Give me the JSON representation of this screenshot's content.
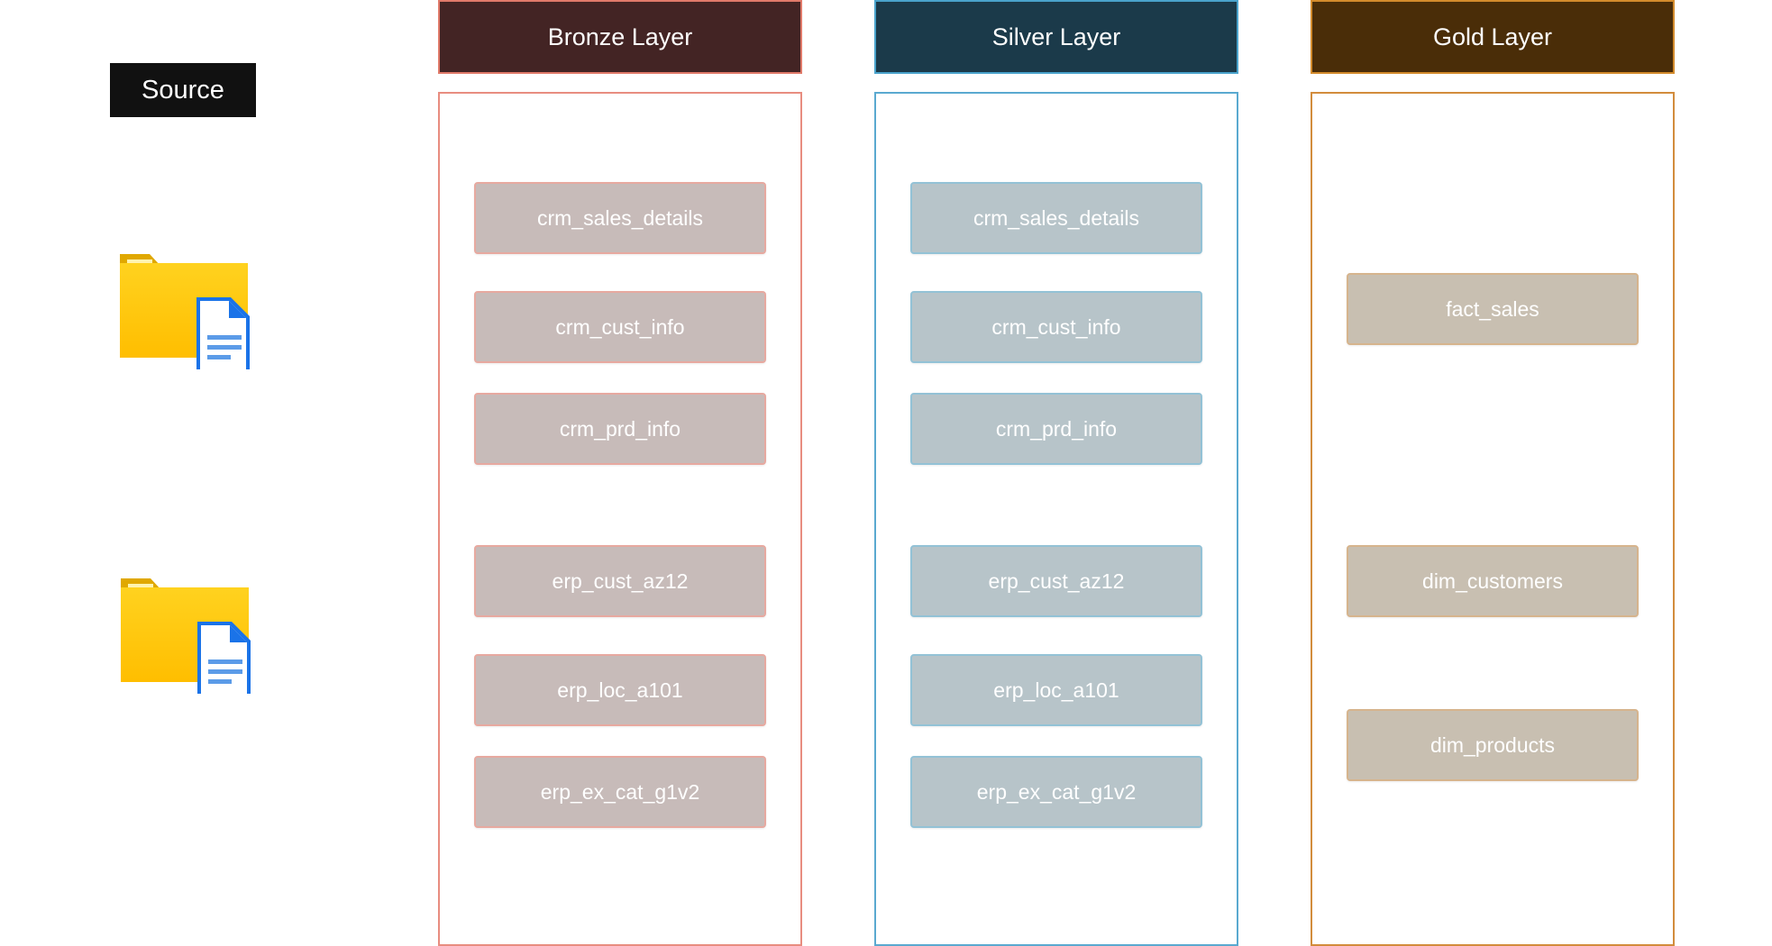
{
  "source": {
    "label": "Source"
  },
  "sources": [
    {
      "icon": "folder-document-icon"
    },
    {
      "icon": "folder-document-icon"
    }
  ],
  "layers": {
    "bronze": {
      "title": "Bronze Layer",
      "tables": [
        "crm_sales_details",
        "crm_cust_info",
        "crm_prd_info",
        "erp_cust_az12",
        "erp_loc_a101",
        "erp_ex_cat_g1v2"
      ]
    },
    "silver": {
      "title": "Silver Layer",
      "tables": [
        "crm_sales_details",
        "crm_cust_info",
        "crm_prd_info",
        "erp_cust_az12",
        "erp_loc_a101",
        "erp_ex_cat_g1v2"
      ]
    },
    "gold": {
      "title": "Gold Layer",
      "tables": [
        "fact_sales",
        "dim_customers",
        "dim_products"
      ]
    }
  },
  "colors": {
    "bronze_header": "#432424",
    "silver_header": "#1b3a4a",
    "gold_header": "#4a2d08",
    "source_label_bg": "#111111",
    "folder": "#ffc800",
    "document": "#1a73e8"
  }
}
